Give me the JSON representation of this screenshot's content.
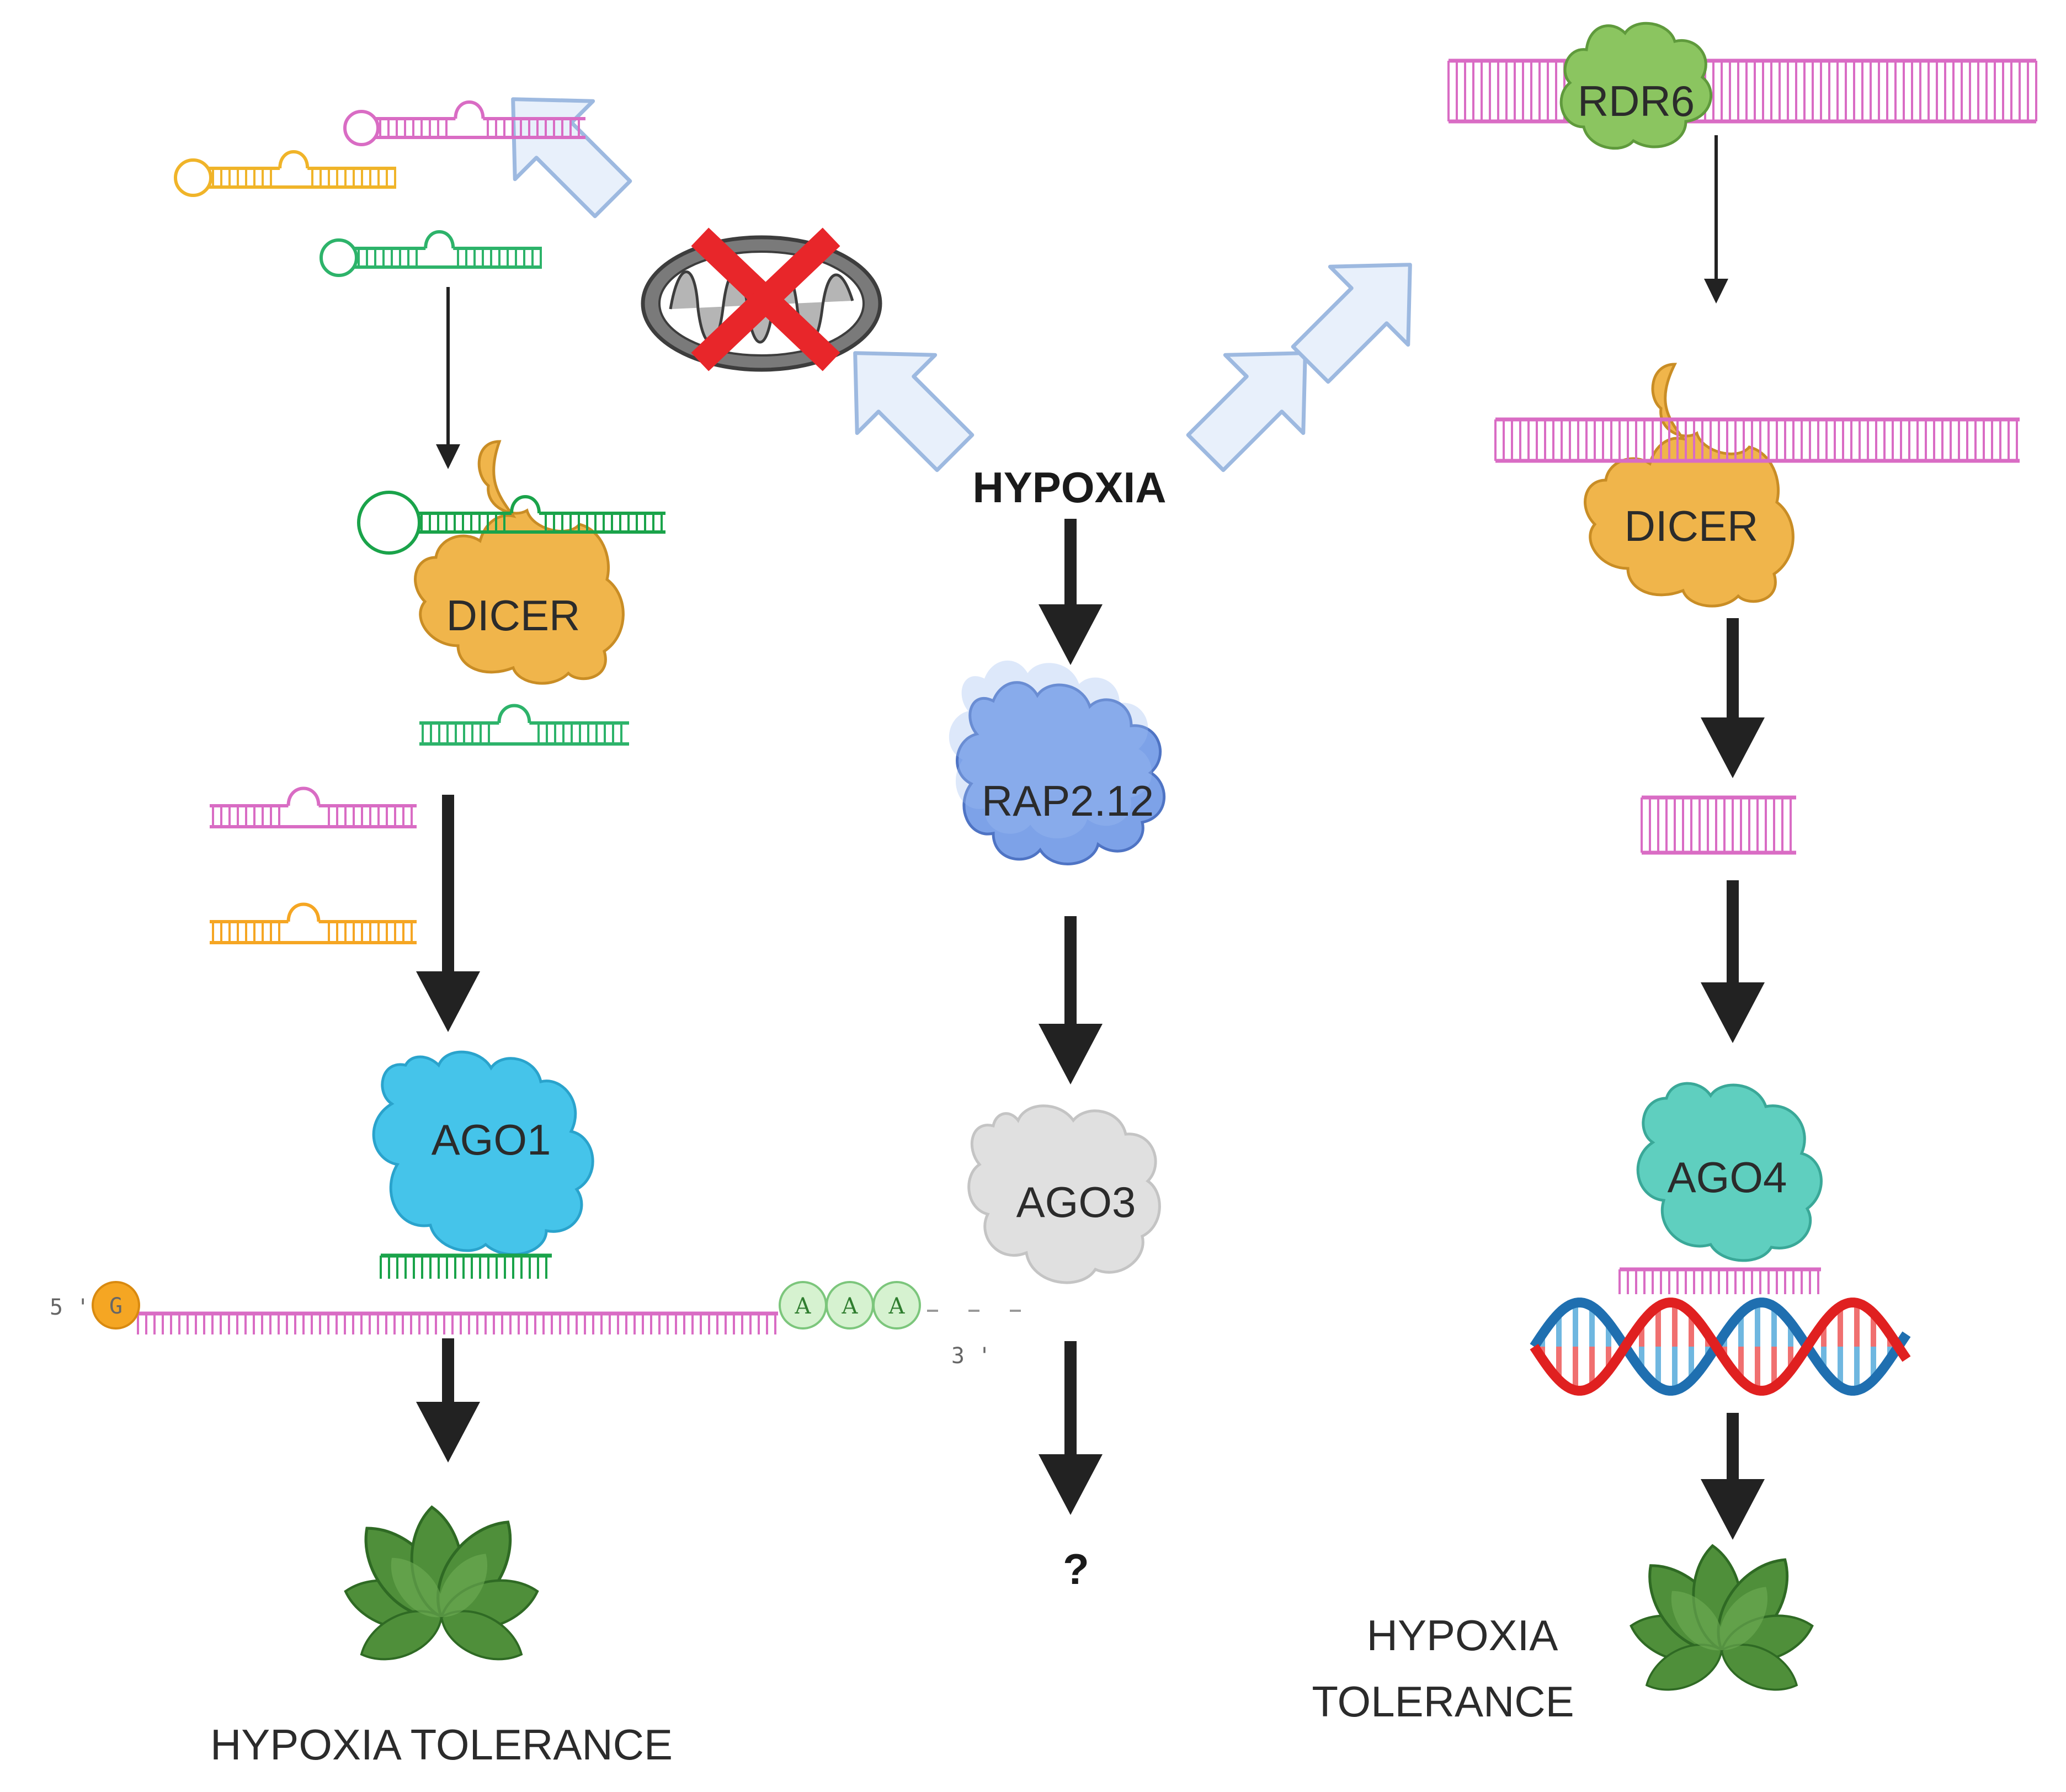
{
  "center": {
    "title": "HYPOXIA",
    "question": "?"
  },
  "left_pathway": {
    "dicer_label": "DICER",
    "ago_label": "AGO1",
    "mrna": {
      "five_prime": "5 '",
      "cap": "G",
      "polyA": [
        "A",
        "A",
        "A"
      ],
      "three_prime": "3 '"
    },
    "outcome": "HYPOXIA TOLERANCE"
  },
  "middle_pathway": {
    "tf_label": "RAP2.12",
    "ago_label": "AGO3"
  },
  "right_pathway": {
    "polymerase_label": "RDR6",
    "dicer_label": "DICER",
    "ago_label": "AGO4",
    "outcome_line1": "HYPOXIA",
    "outcome_line2": "TOLERANCE"
  },
  "colors": {
    "pink_rna": "#d96cc4",
    "yellow_rna": "#f0b429",
    "green_rna": "#2db36a",
    "orange_rna": "#f5a623",
    "dicer": "#f0b54b",
    "rdr6": "#8bc560",
    "rap212": "#6f95e0",
    "ago1": "#45c4ea",
    "ago3": "#dedede",
    "ago4": "#5fcfbf",
    "hollow_arrow": "#9db9e0",
    "dna_red": "#e02020",
    "dna_blue": "#1f6fb0",
    "cross": "#e8262a",
    "plant": "#4f8f3a"
  },
  "icons": [
    "mitochondrion-icon",
    "red-cross-icon",
    "plant-icon",
    "dna-helix-icon"
  ]
}
